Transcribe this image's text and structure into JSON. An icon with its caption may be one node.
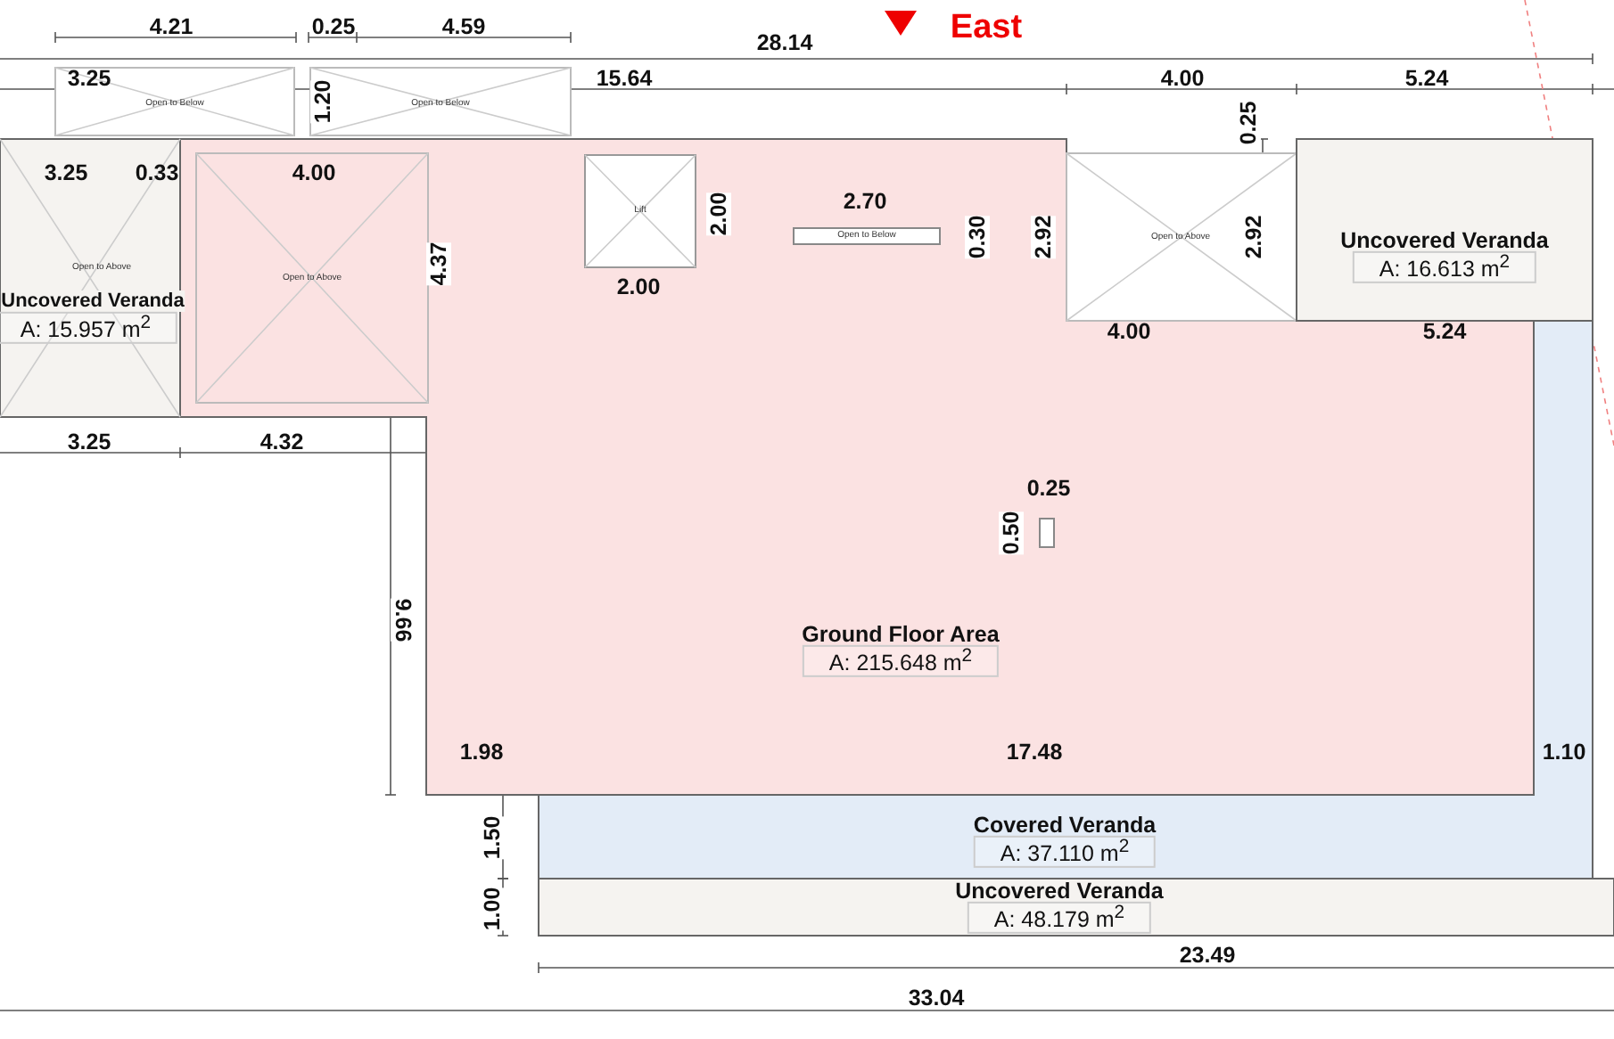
{
  "diagram": {
    "nodes": [
      {
        "text": [
          "Ground Floor Area",
          "A: 215.648 m$^{2}$"
        ]
      },
      {
        "text": [
          "Open to Above"
        ],
        "in": 0
      },
      {
        "text": [
          "Lift"
        ],
        "in": 0
      },
      {
        "text": [
          "Open to Below"
        ],
        "in": 0
      },
      {
        "text": [],
        "shape": "box",
        "in": 0
      },
      {
        "text": [
          "Open to Above"
        ]
      },
      {
        "text": [
          "Open to Above",
          "Uncovered Veranda",
          "A: 15.957 m$^{2}$"
        ]
      },
      {
        "text": [
          "Uncovered Veranda",
          "A: 16.613 m$^{2}$"
        ]
      },
      {
        "text": [
          "Covered Veranda",
          "A: 37.110 m$^{2}$"
        ]
      },
      {
        "text": [
          "Uncovered Veranda",
          "A: 48.179 m$^{2}$"
        ]
      },
      {
        "text": [
          "Open to Below"
        ]
      },
      {
        "text": [
          "Open to Below"
        ]
      }
    ],
    "labels": [
      "4.21",
      "0.25",
      "4.59",
      "East",
      "28.14",
      "3.25",
      "1.20",
      "15.64",
      "4.00",
      "5.24",
      "0.25",
      "3.25",
      "0.33",
      "4.00",
      "2.70",
      "2.00",
      "0.30",
      "2.92",
      "2.92",
      "4.37",
      "2.00",
      "4.00",
      "5.24",
      "3.25",
      "4.32",
      "0.25",
      "0.50",
      "9.66",
      "1.98",
      "17.48",
      "1.10",
      "1.50",
      "1.00",
      "23.49",
      "33.04"
    ]
  }
}
